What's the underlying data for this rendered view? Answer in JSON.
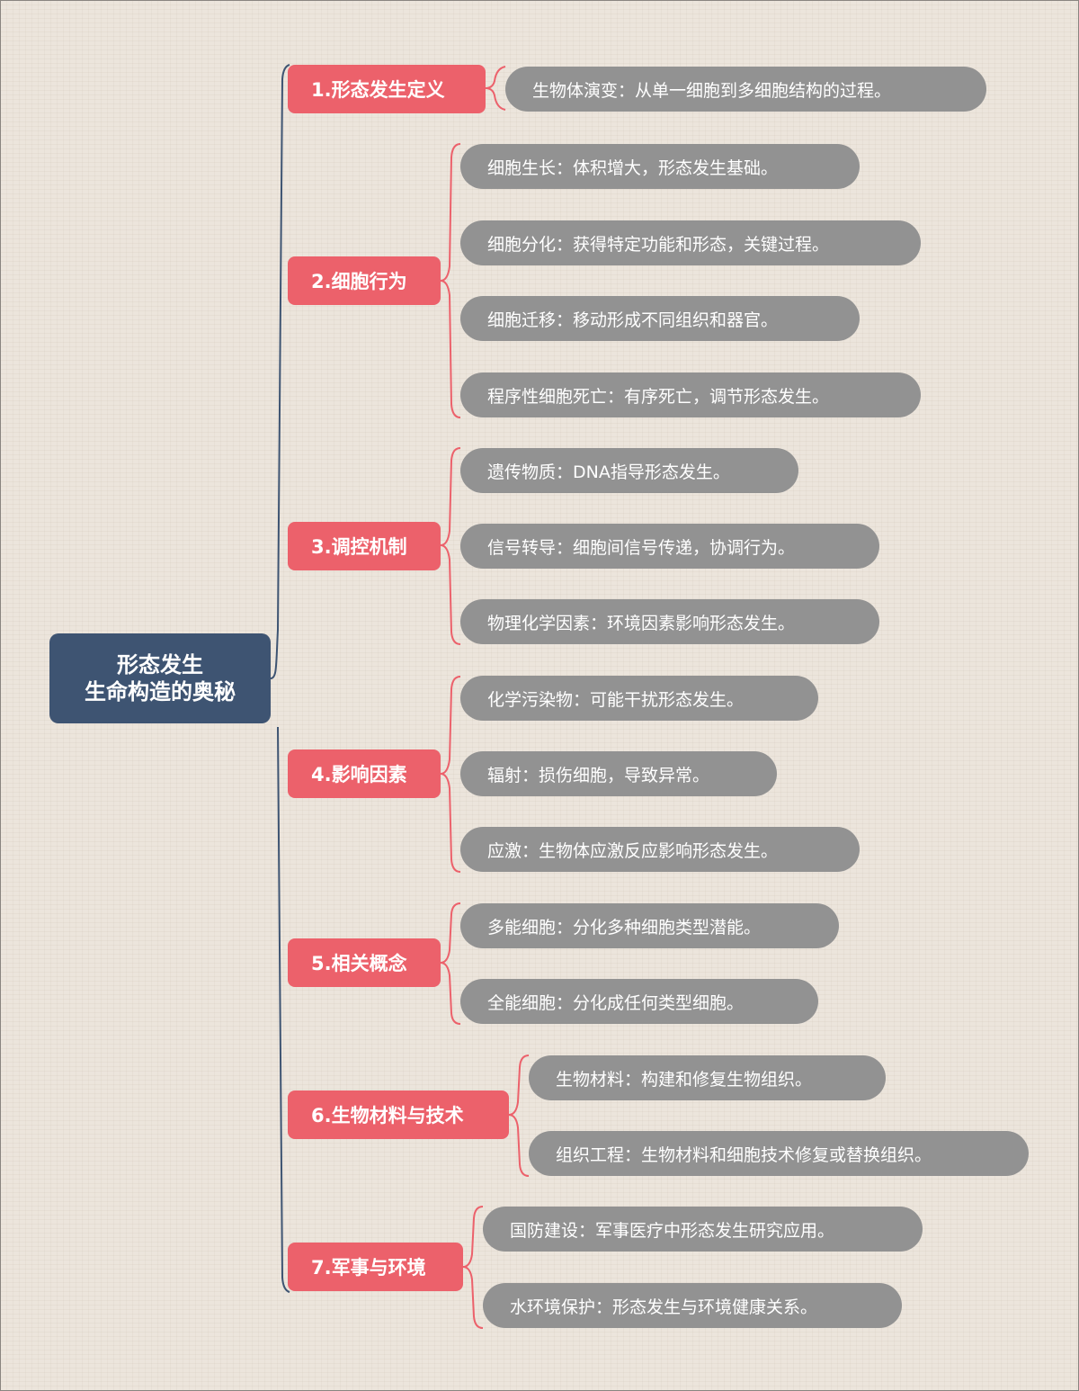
{
  "colors": {
    "background": "#ece5dc",
    "root_fill": "#3e5472",
    "category_fill": "#ec616b",
    "leaf_fill": "#929292",
    "root_connector": "#3e5472",
    "category_connector": "#ec616b",
    "text": "#ffffff"
  },
  "root": {
    "line1": "形态发生",
    "line2": "生命构造的奥秘"
  },
  "categories": [
    {
      "label": "1.形态发生定义",
      "items": [
        "生物体演变：从单一细胞到多细胞结构的过程。"
      ]
    },
    {
      "label": "2.细胞行为",
      "items": [
        "细胞生长：体积增大，形态发生基础。",
        "细胞分化：获得特定功能和形态，关键过程。",
        "细胞迁移：移动形成不同组织和器官。",
        "程序性细胞死亡：有序死亡，调节形态发生。"
      ]
    },
    {
      "label": "3.调控机制",
      "items": [
        "遗传物质：DNA指导形态发生。",
        "信号转导：细胞间信号传递，协调行为。",
        "物理化学因素：环境因素影响形态发生。"
      ]
    },
    {
      "label": "4.影响因素",
      "items": [
        "化学污染物：可能干扰形态发生。",
        "辐射：损伤细胞，导致异常。",
        "应激：生物体应激反应影响形态发生。"
      ]
    },
    {
      "label": "5.相关概念",
      "items": [
        "多能细胞：分化多种细胞类型潜能。",
        "全能细胞：分化成任何类型细胞。"
      ]
    },
    {
      "label": "6.生物材料与技术",
      "items": [
        "生物材料：构建和修复生物组织。",
        "组织工程：生物材料和细胞技术修复或替换组织。"
      ]
    },
    {
      "label": "7.军事与环境",
      "items": [
        "国防建设：军事医疗中形态发生研究应用。",
        "水环境保护：形态发生与环境健康关系。"
      ]
    }
  ]
}
